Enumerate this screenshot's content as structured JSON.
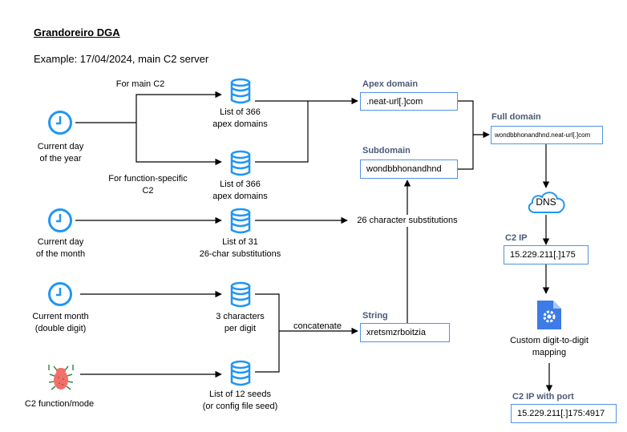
{
  "title": "Grandoreiro DGA",
  "example": "Example: 17/04/2024, main C2 server",
  "colors": {
    "icon_blue": "#2196f3",
    "box_border": "#4f93e6",
    "header_text": "#4a5a78",
    "bug_red": "#f0706a",
    "bug_green": "#3b8a48"
  },
  "inputs": [
    {
      "icon": "clock-icon",
      "label": [
        "Current day",
        "of the year"
      ]
    },
    {
      "icon": "clock-icon",
      "label": [
        "Current day",
        "of the month"
      ]
    },
    {
      "icon": "clock-icon",
      "label": [
        "Current month",
        "(double digit)"
      ]
    },
    {
      "icon": "bug-icon",
      "label": [
        "C2 function/mode"
      ]
    }
  ],
  "branch_labels": {
    "main": "For main C2",
    "function_specific": [
      "For function-specific",
      "C2"
    ]
  },
  "databases": [
    {
      "icon": "database-icon",
      "label": [
        "List of 366",
        "apex domains"
      ]
    },
    {
      "icon": "database-icon",
      "label": [
        "List of 366",
        "apex domains"
      ]
    },
    {
      "icon": "database-icon",
      "label": [
        "List of 31",
        "26-char substitutions"
      ]
    },
    {
      "icon": "database-icon",
      "label": [
        "3 characters",
        "per digit"
      ]
    },
    {
      "icon": "database-icon",
      "label": [
        "List of 12 seeds",
        "(or config file seed)"
      ]
    }
  ],
  "edge_labels": {
    "substitutions": "26 character substitutions",
    "concatenate": "concatenate"
  },
  "apex": {
    "heading": "Apex domain",
    "value": ".neat-url[.]com"
  },
  "subdomain": {
    "heading": "Subdomain",
    "value": "wondbbhonandhnd"
  },
  "string": {
    "heading": "String",
    "value": "xretsmzrboitzia"
  },
  "full": {
    "heading": "Full domain",
    "value": "wondbbhonandhnd.neat-url[.]com"
  },
  "dns": {
    "label": "DNS",
    "icon": "cloud-icon"
  },
  "c2ip": {
    "heading": "C2 IP",
    "value": "15.229.211[.]175"
  },
  "mapping": {
    "icon": "settings-document-icon",
    "label": [
      "Custom digit-to-digit",
      "mapping"
    ]
  },
  "c2port": {
    "heading": "C2 IP with port",
    "value": "15.229.211[.]175:4917"
  }
}
